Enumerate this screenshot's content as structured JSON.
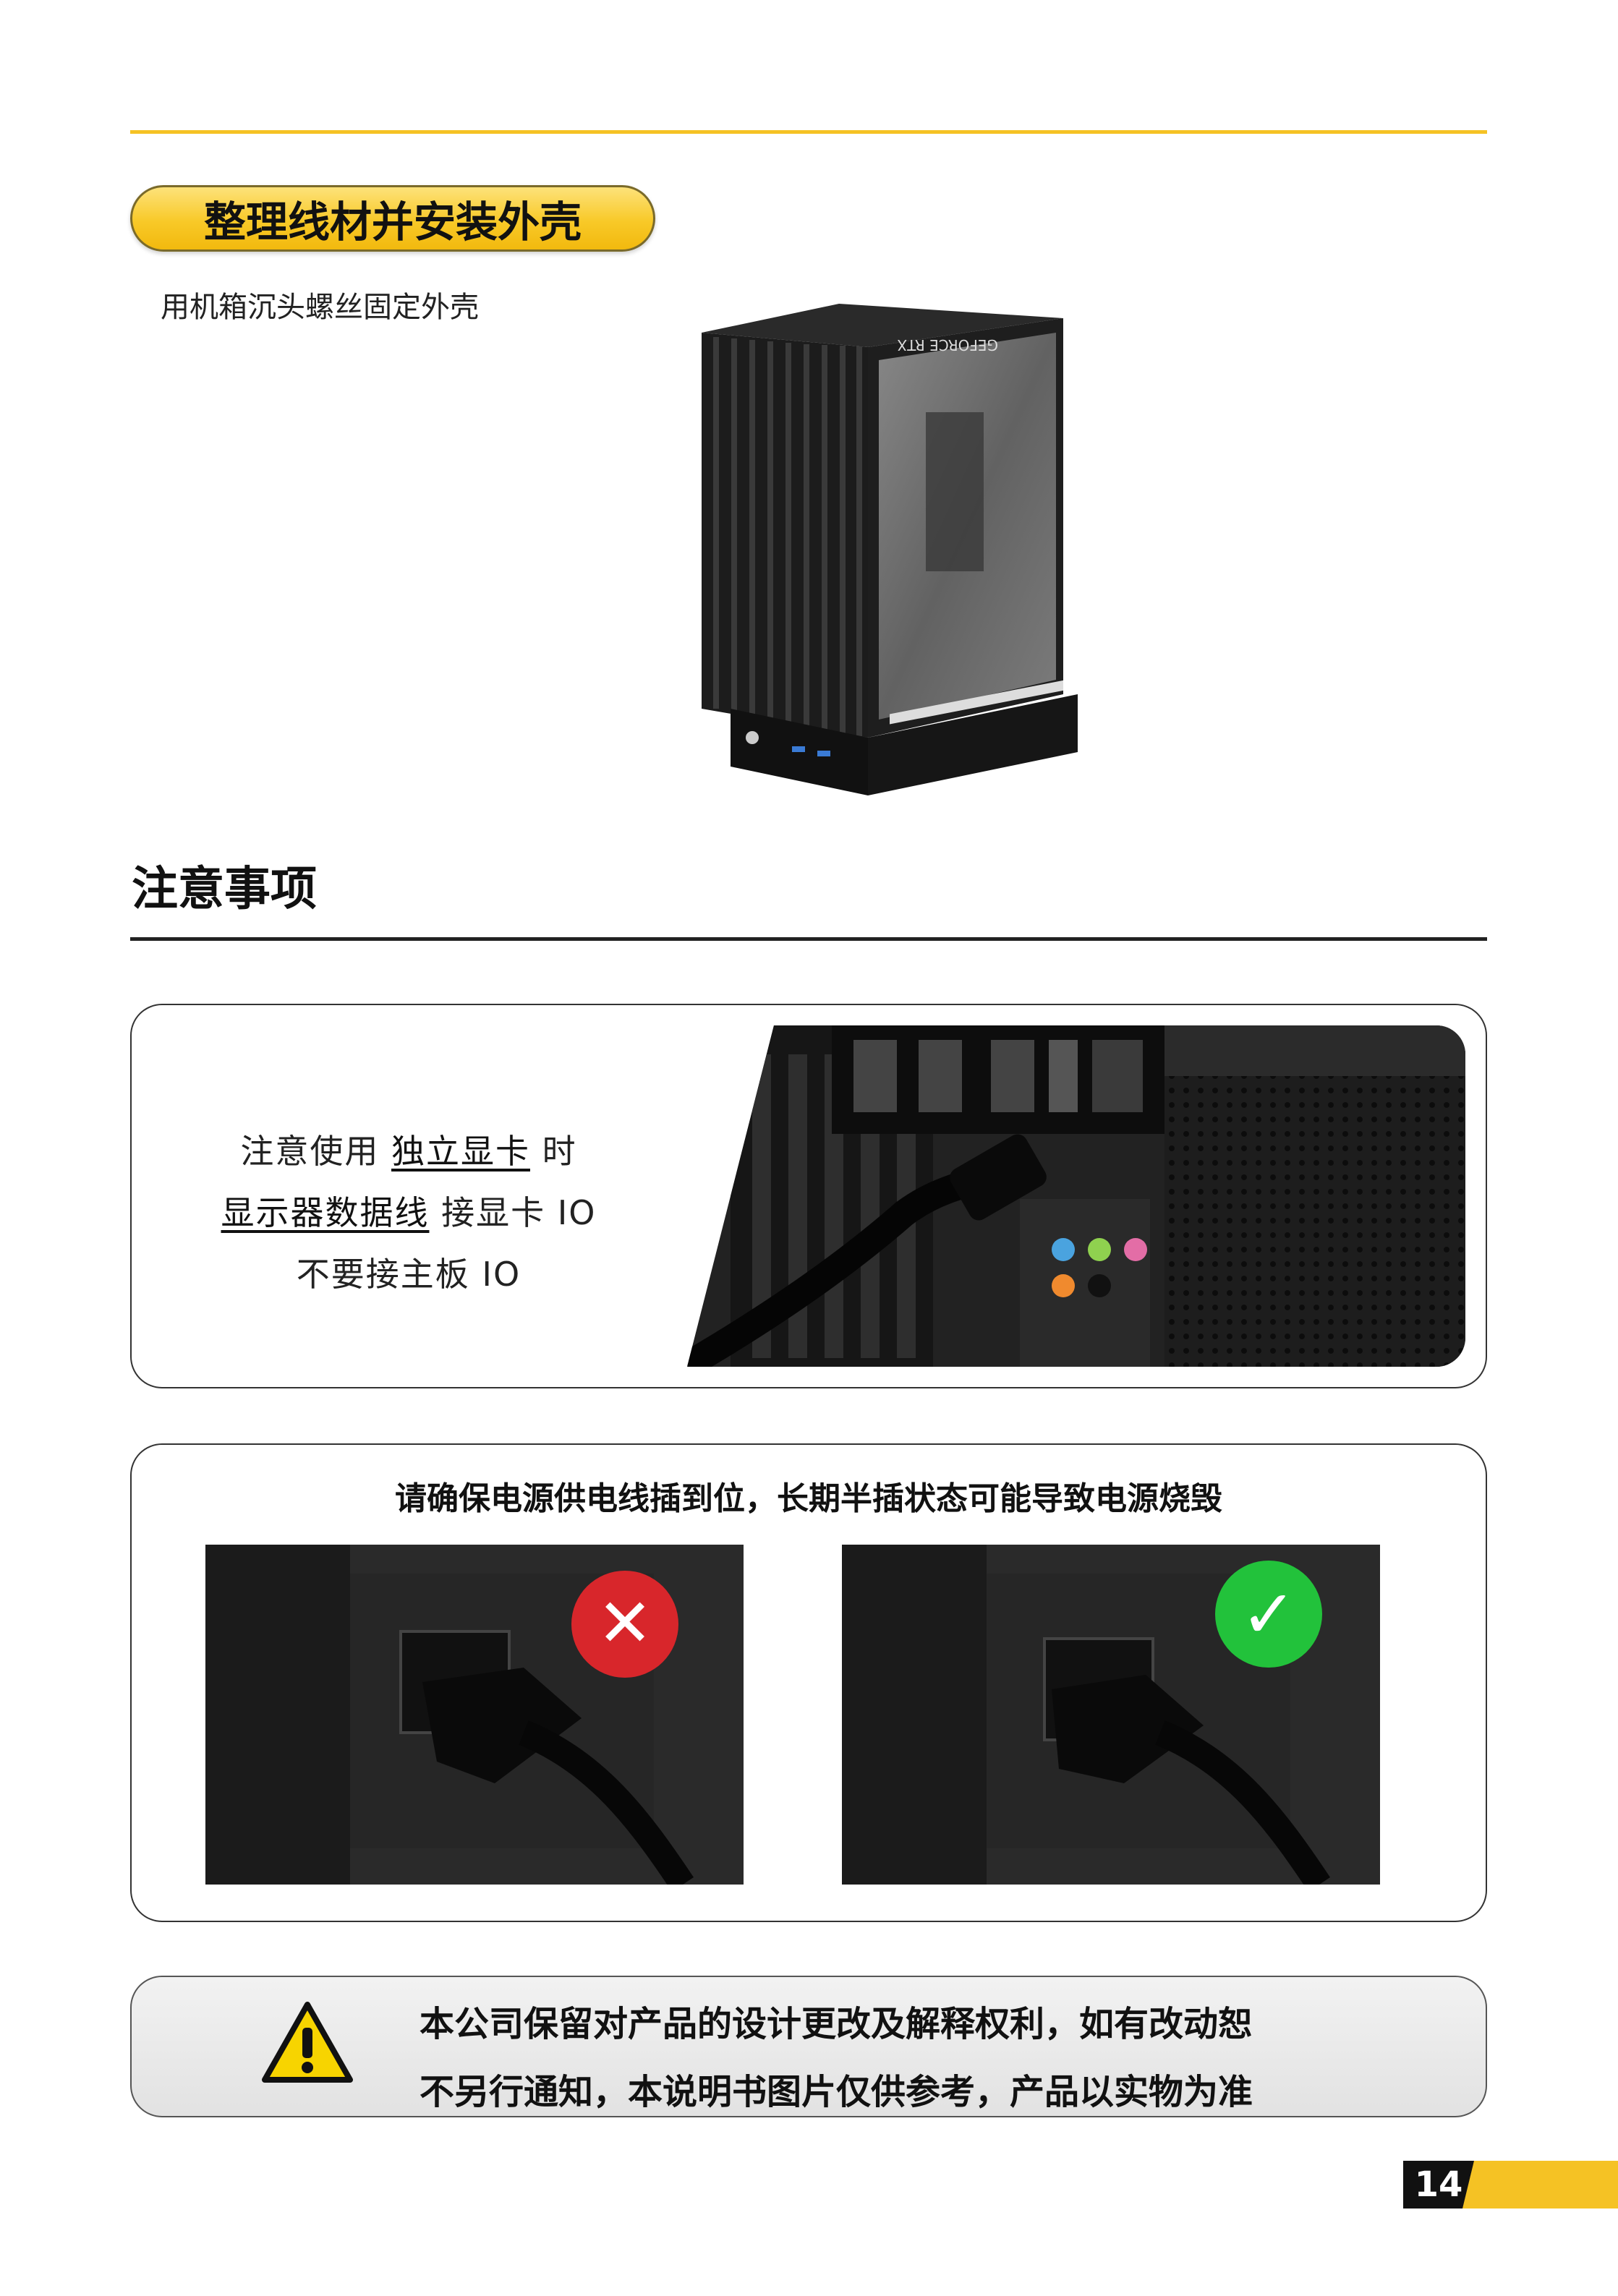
{
  "section": {
    "title": "整理线材并安装外壳",
    "subtitle": "用机箱沉头螺丝固定外壳",
    "gpu_brand_text": "GEFORCE RTX"
  },
  "notes": {
    "title": "注意事项",
    "card1": {
      "line1_prefix": "注意使用",
      "line1_highlight": "独立显卡",
      "line1_suffix": "时",
      "line2_highlight": "显示器数据线",
      "line2_suffix": "接显卡 IO",
      "line3": "不要接主板 IO"
    },
    "card2": {
      "title": "请确保电源供电线插到位，长期半插状态可能导致电源烧毁",
      "wrong_label": "✕",
      "right_label": "✓"
    },
    "disclaimer": {
      "line1": "本公司保留对产品的设计更改及解释权利，如有改动恕",
      "line2": "不另行通知，本说明书图片仅供参考，产品以实物为准"
    }
  },
  "page_number": "14",
  "colors": {
    "accent": "#f5c224",
    "wrong": "#d8262b",
    "right": "#22c23b"
  }
}
